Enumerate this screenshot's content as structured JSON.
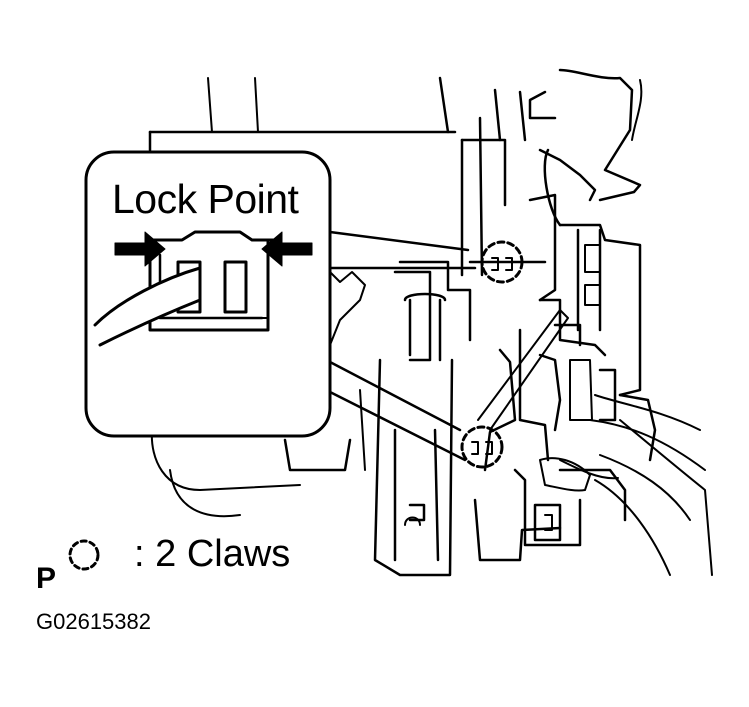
{
  "inset": {
    "title": "Lock Point"
  },
  "legend": {
    "symbol_letter": "P",
    "label": "2 Claws"
  },
  "figure": {
    "code": "G02615382"
  },
  "colors": {
    "ink": "#000000",
    "paper": "#ffffff"
  }
}
